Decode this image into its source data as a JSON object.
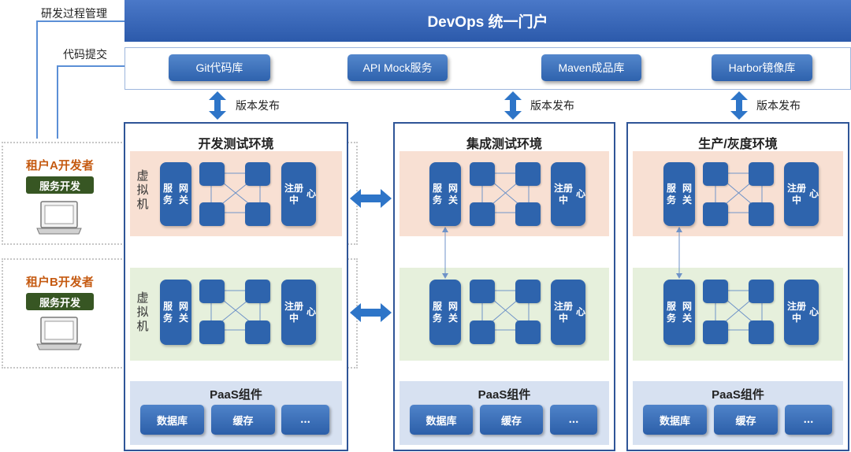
{
  "side": {
    "rd_mgmt": "研发过程管理",
    "code_commit": "代码提交"
  },
  "portal": {
    "title": "DevOps 统一门户"
  },
  "tools": [
    "Git代码库",
    "API Mock服务",
    "Maven成品库",
    "Harbor镜像库"
  ],
  "release_label": "版本发布",
  "environments": [
    {
      "title": "开发测试环境"
    },
    {
      "title": "集成测试环境"
    },
    {
      "title": "生产/灰度环境"
    }
  ],
  "vm_label": [
    "虚",
    "拟",
    "机"
  ],
  "cluster": {
    "gateway_line1": "服务",
    "gateway_line2": "网关",
    "registry_line1": "注册中",
    "registry_line2": "心"
  },
  "paas": {
    "title": "PaaS组件",
    "items": [
      "数据库",
      "缓存",
      "…"
    ]
  },
  "tenants": [
    {
      "name": "租户A开发者",
      "action": "服务开发"
    },
    {
      "name": "租户B开发者",
      "action": "服务开发"
    }
  ],
  "colors": {
    "primary": "#2e64ad",
    "border": "#2f5597",
    "tenant": "#c55a11",
    "dev_button": "#375623",
    "band_vm": "#f8e0d3",
    "band_vm2": "#e6f0dc",
    "band_paas": "#d7e1f1"
  }
}
